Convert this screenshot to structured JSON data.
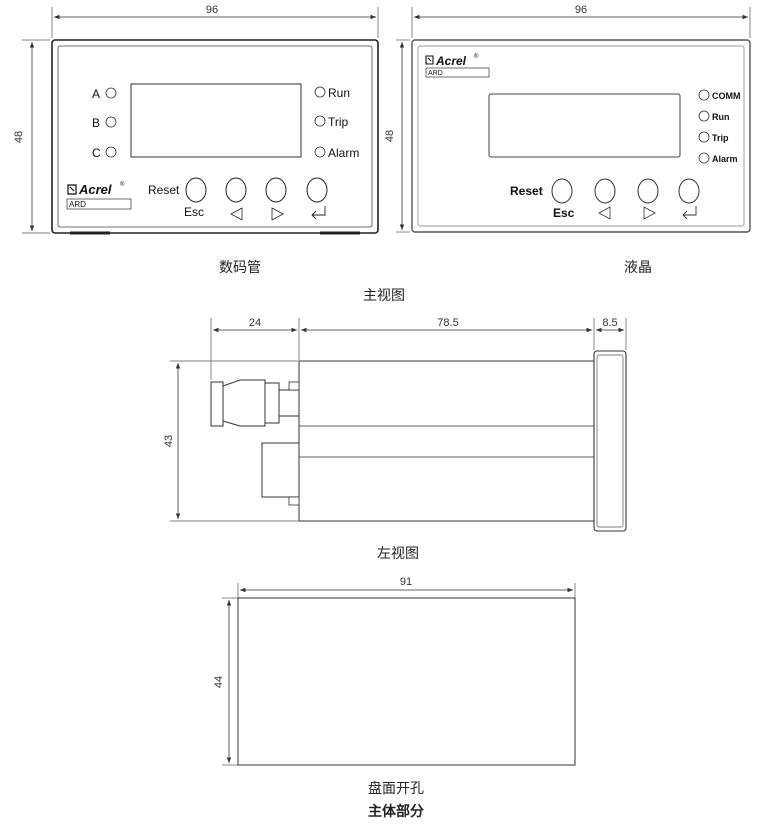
{
  "front_view": {
    "led_version": {
      "width_dim": "96",
      "height_dim": "48",
      "phase_labels": [
        "A",
        "B",
        "C"
      ],
      "status_labels": [
        "Run",
        "Trip",
        "Alarm"
      ],
      "brand": "Acrel",
      "model": "ARD",
      "reset_label": "Reset",
      "esc_label": "Esc",
      "caption": "数码管"
    },
    "lcd_version": {
      "width_dim": "96",
      "height_dim": "48",
      "status_labels": [
        "COMM",
        "Run",
        "Trip",
        "Alarm"
      ],
      "brand": "Acrel",
      "model": "ARD",
      "reset_label": "Reset",
      "esc_label": "Esc",
      "caption": "液晶"
    },
    "caption": "主视图"
  },
  "side_view": {
    "dims": {
      "rear": "24",
      "body": "78.5",
      "front": "8.5",
      "height": "43"
    },
    "caption": "左视图"
  },
  "cutout": {
    "width_dim": "91",
    "height_dim": "44",
    "caption": "盘面开孔"
  },
  "footer_title": "主体部分"
}
